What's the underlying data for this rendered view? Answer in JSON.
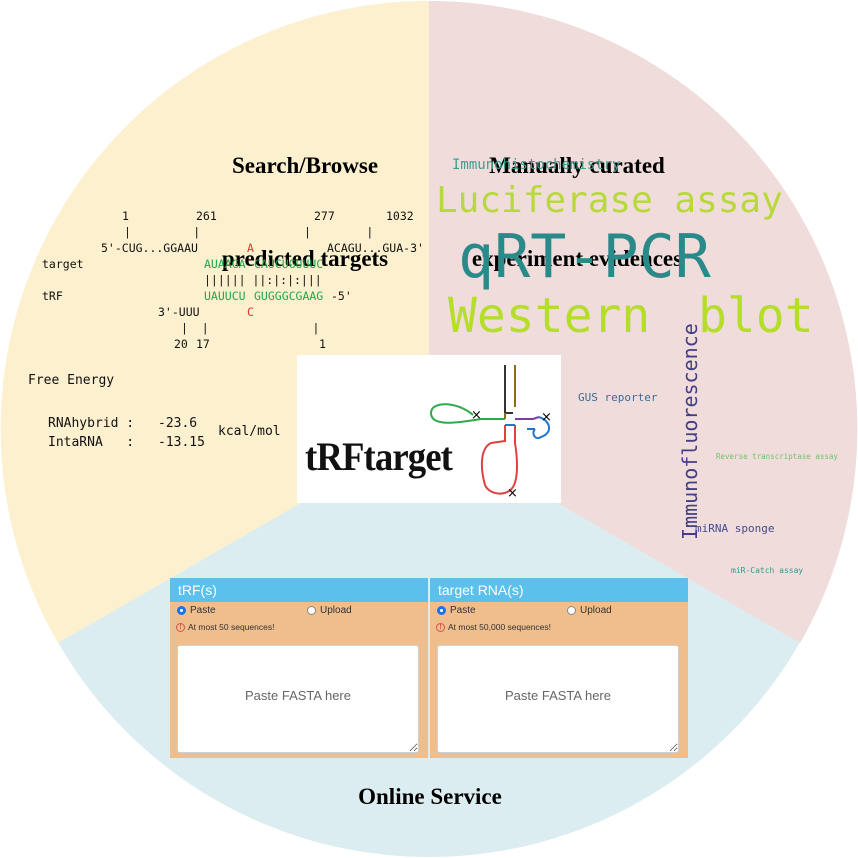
{
  "sections": {
    "search": {
      "title_line1": "Search/Browse",
      "title_line2": "predicted targets"
    },
    "curated": {
      "title_line1": "Manually curated",
      "title_line2": "experiment evidences"
    },
    "online": {
      "title": "Online Service"
    }
  },
  "colors": {
    "yellow_sector": "#fdf0cf",
    "pink_sector": "#f1dcdc",
    "blue_sector": "#dcedf2",
    "panel_header": "#5bc0eb",
    "panel_body": "#efbe8c"
  },
  "alignment": {
    "positions": [
      "1",
      "261",
      "277",
      "1032"
    ],
    "target_label": "target",
    "trf_label": "tRF",
    "target_left": "5'-CUG...GGAAU",
    "target_bulge": "A",
    "target_right": "ACAGU...GUA-3'",
    "target_pair1": "AUAAGA",
    "target_pair2": "CAUCUGUUUC",
    "match_line": "|||||| ||:|:|:|||",
    "trf_left": "3'-UUU",
    "trf_bulge": "C",
    "trf_pair1": "UAUUCU",
    "trf_pair2": "GUGGGCGAAG",
    "trf_end": "-5'",
    "bottom_positions": [
      "20",
      "17",
      "1"
    ]
  },
  "energy": {
    "label": "Free Energy",
    "rows": [
      {
        "tool": "RNAhybrid :",
        "value": "-23.6"
      },
      {
        "tool": "IntaRNA   :",
        "value": "-13.15"
      }
    ],
    "unit": "kcal/mol"
  },
  "word_cloud": [
    {
      "text": "Immunohistochemistry",
      "color": "#3a9e8c"
    },
    {
      "text": "Luciferase assay",
      "color": "#b8d93a"
    },
    {
      "text": "qRT-PCR",
      "color": "#2a8a8a"
    },
    {
      "text": "Western",
      "color": "#b5de2b"
    },
    {
      "text": "blot",
      "color": "#b5de2b"
    },
    {
      "text": "Immunofluorescence",
      "color": "#433e85"
    },
    {
      "text": "GUS reporter",
      "color": "#3e6b94"
    },
    {
      "text": "Reverse transcriptase assay",
      "color": "#6cc46a"
    },
    {
      "text": "miRNA sponge",
      "color": "#404e88"
    },
    {
      "text": "miR-Catch assay",
      "color": "#2f9a8a"
    }
  ],
  "logo": {
    "text": "tRFtarget"
  },
  "form": {
    "trf": {
      "header": "tRF(s)",
      "paste_label": "Paste",
      "upload_label": "Upload",
      "warning": "At most 50 sequences!",
      "placeholder": "Paste FASTA here"
    },
    "target": {
      "header": "target RNA(s)",
      "paste_label": "Paste",
      "upload_label": "Upload",
      "warning": "At most 50,000 sequences!",
      "placeholder": "Paste FASTA here"
    }
  }
}
